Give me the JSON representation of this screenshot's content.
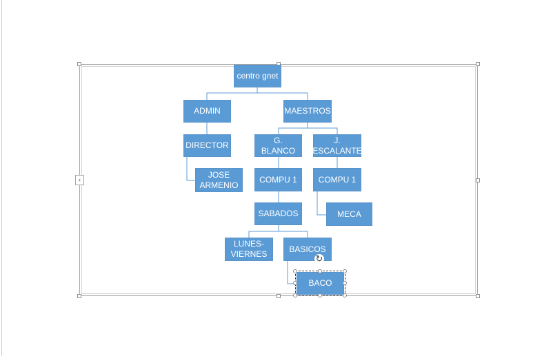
{
  "diagram": {
    "type": "org-chart",
    "colors": {
      "node_fill": "#5b9bd5",
      "node_text": "#ffffff",
      "connector": "#5b9bd5",
      "frame": "#a6a6a6"
    },
    "icons": {
      "collapse": "chevron-left-icon",
      "rotate": "rotate-icon"
    },
    "nodes": {
      "root": "centro gnet",
      "admin": "ADMIN",
      "maestros": "MAESTROS",
      "director": "DIRECTOR",
      "jose_armenio": "JOSE ARMENIO",
      "g_blanco": "G. BLANCO",
      "j_escalante": "J. ESCALANTE",
      "compu1_left": "COMPU 1",
      "compu1_right": "COMPU 1",
      "meca": "MECA",
      "sabados": "SABADOS",
      "lunes_viernes": "LUNES-VIERNES",
      "basicos": "BASICOS",
      "baco": "BACO"
    }
  }
}
